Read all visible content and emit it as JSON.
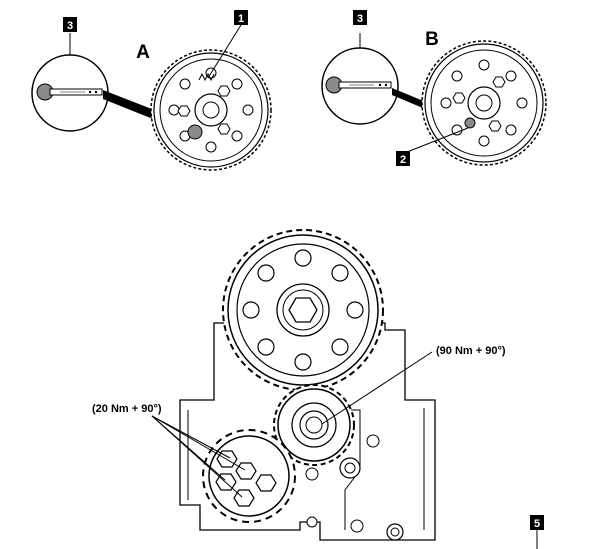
{
  "views": {
    "a": {
      "letter": "A"
    },
    "b": {
      "letter": "B"
    }
  },
  "badges": {
    "tool_a": "3",
    "marker": "1",
    "tool_b": "3",
    "pin": "2",
    "corner": "5"
  },
  "torque": {
    "large_bolt": "(90 Nm + 90°)",
    "small_bolts": "(20 Nm + 90°)"
  },
  "colors": {
    "line": "#000000",
    "fill": "#ffffff",
    "pin_gray": "#8a8a8a",
    "badge_bg": "#000000"
  }
}
